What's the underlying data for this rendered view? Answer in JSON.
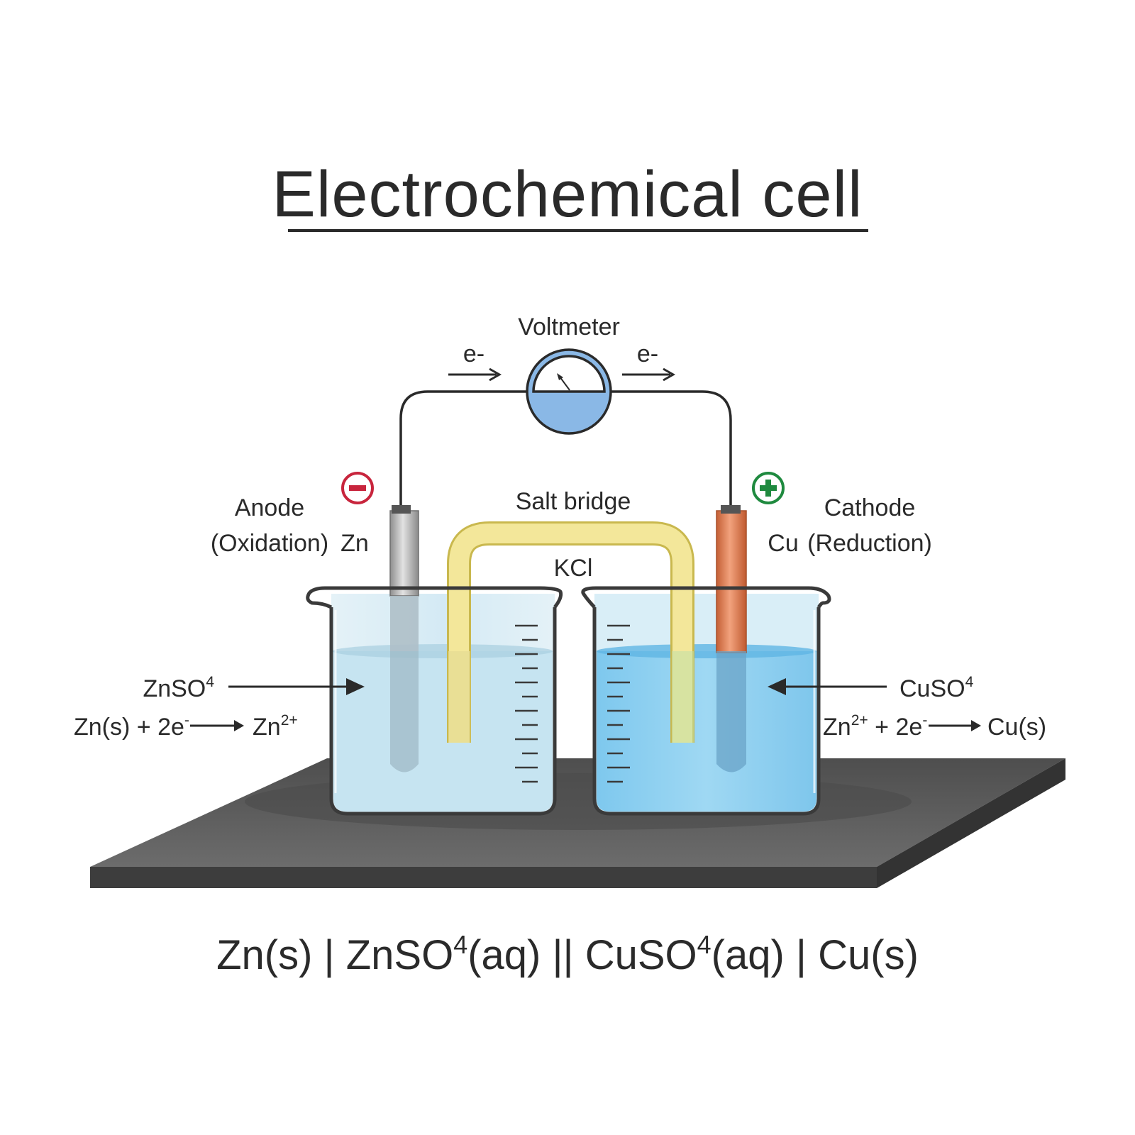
{
  "title": "Electrochemical cell",
  "voltmeter": {
    "label": "Voltmeter"
  },
  "electron_flow": {
    "left": "e-",
    "right": "e-"
  },
  "salt_bridge": {
    "label": "Salt bridge",
    "substance": "KCl"
  },
  "anode": {
    "title": "Anode",
    "process": "(Oxidation)",
    "metal": "Zn",
    "sign": "−",
    "solution": {
      "main": "ZnSO",
      "sub": "4"
    },
    "reaction": {
      "lhs": "Zn(s) + 2e",
      "lhs_sup": "-",
      "rhs": "Zn",
      "rhs_sup": "2+"
    }
  },
  "cathode": {
    "title": "Cathode",
    "process": "(Reduction)",
    "metal": "Cu",
    "sign": "+",
    "solution": {
      "main": "CuSO",
      "sub": "4"
    },
    "reaction": {
      "lhs": "Zn",
      "lhs_sup": "2+",
      "lhs_tail": " + 2e",
      "lhs_tail_sup": "-",
      "rhs": "Cu(s)"
    }
  },
  "cell_notation": {
    "part1": "Zn(s) | ZnSO",
    "sup1": "4",
    "part2": "(aq) || CuSO",
    "sup2": "4",
    "part3": "(aq) | Cu(s)"
  },
  "colors": {
    "text": "#2a2a2a",
    "anode_sign": "#c8253d",
    "cathode_sign": "#1f8a3f",
    "zinc": "#a9a9a9",
    "copper": "#d9774a",
    "salt_bridge": "#f3e79a",
    "zn_solution": "#cbe6f2",
    "cu_solution": "#8fd0f0",
    "voltmeter": "#8ab8e6",
    "bench": "#5a5a5a"
  }
}
